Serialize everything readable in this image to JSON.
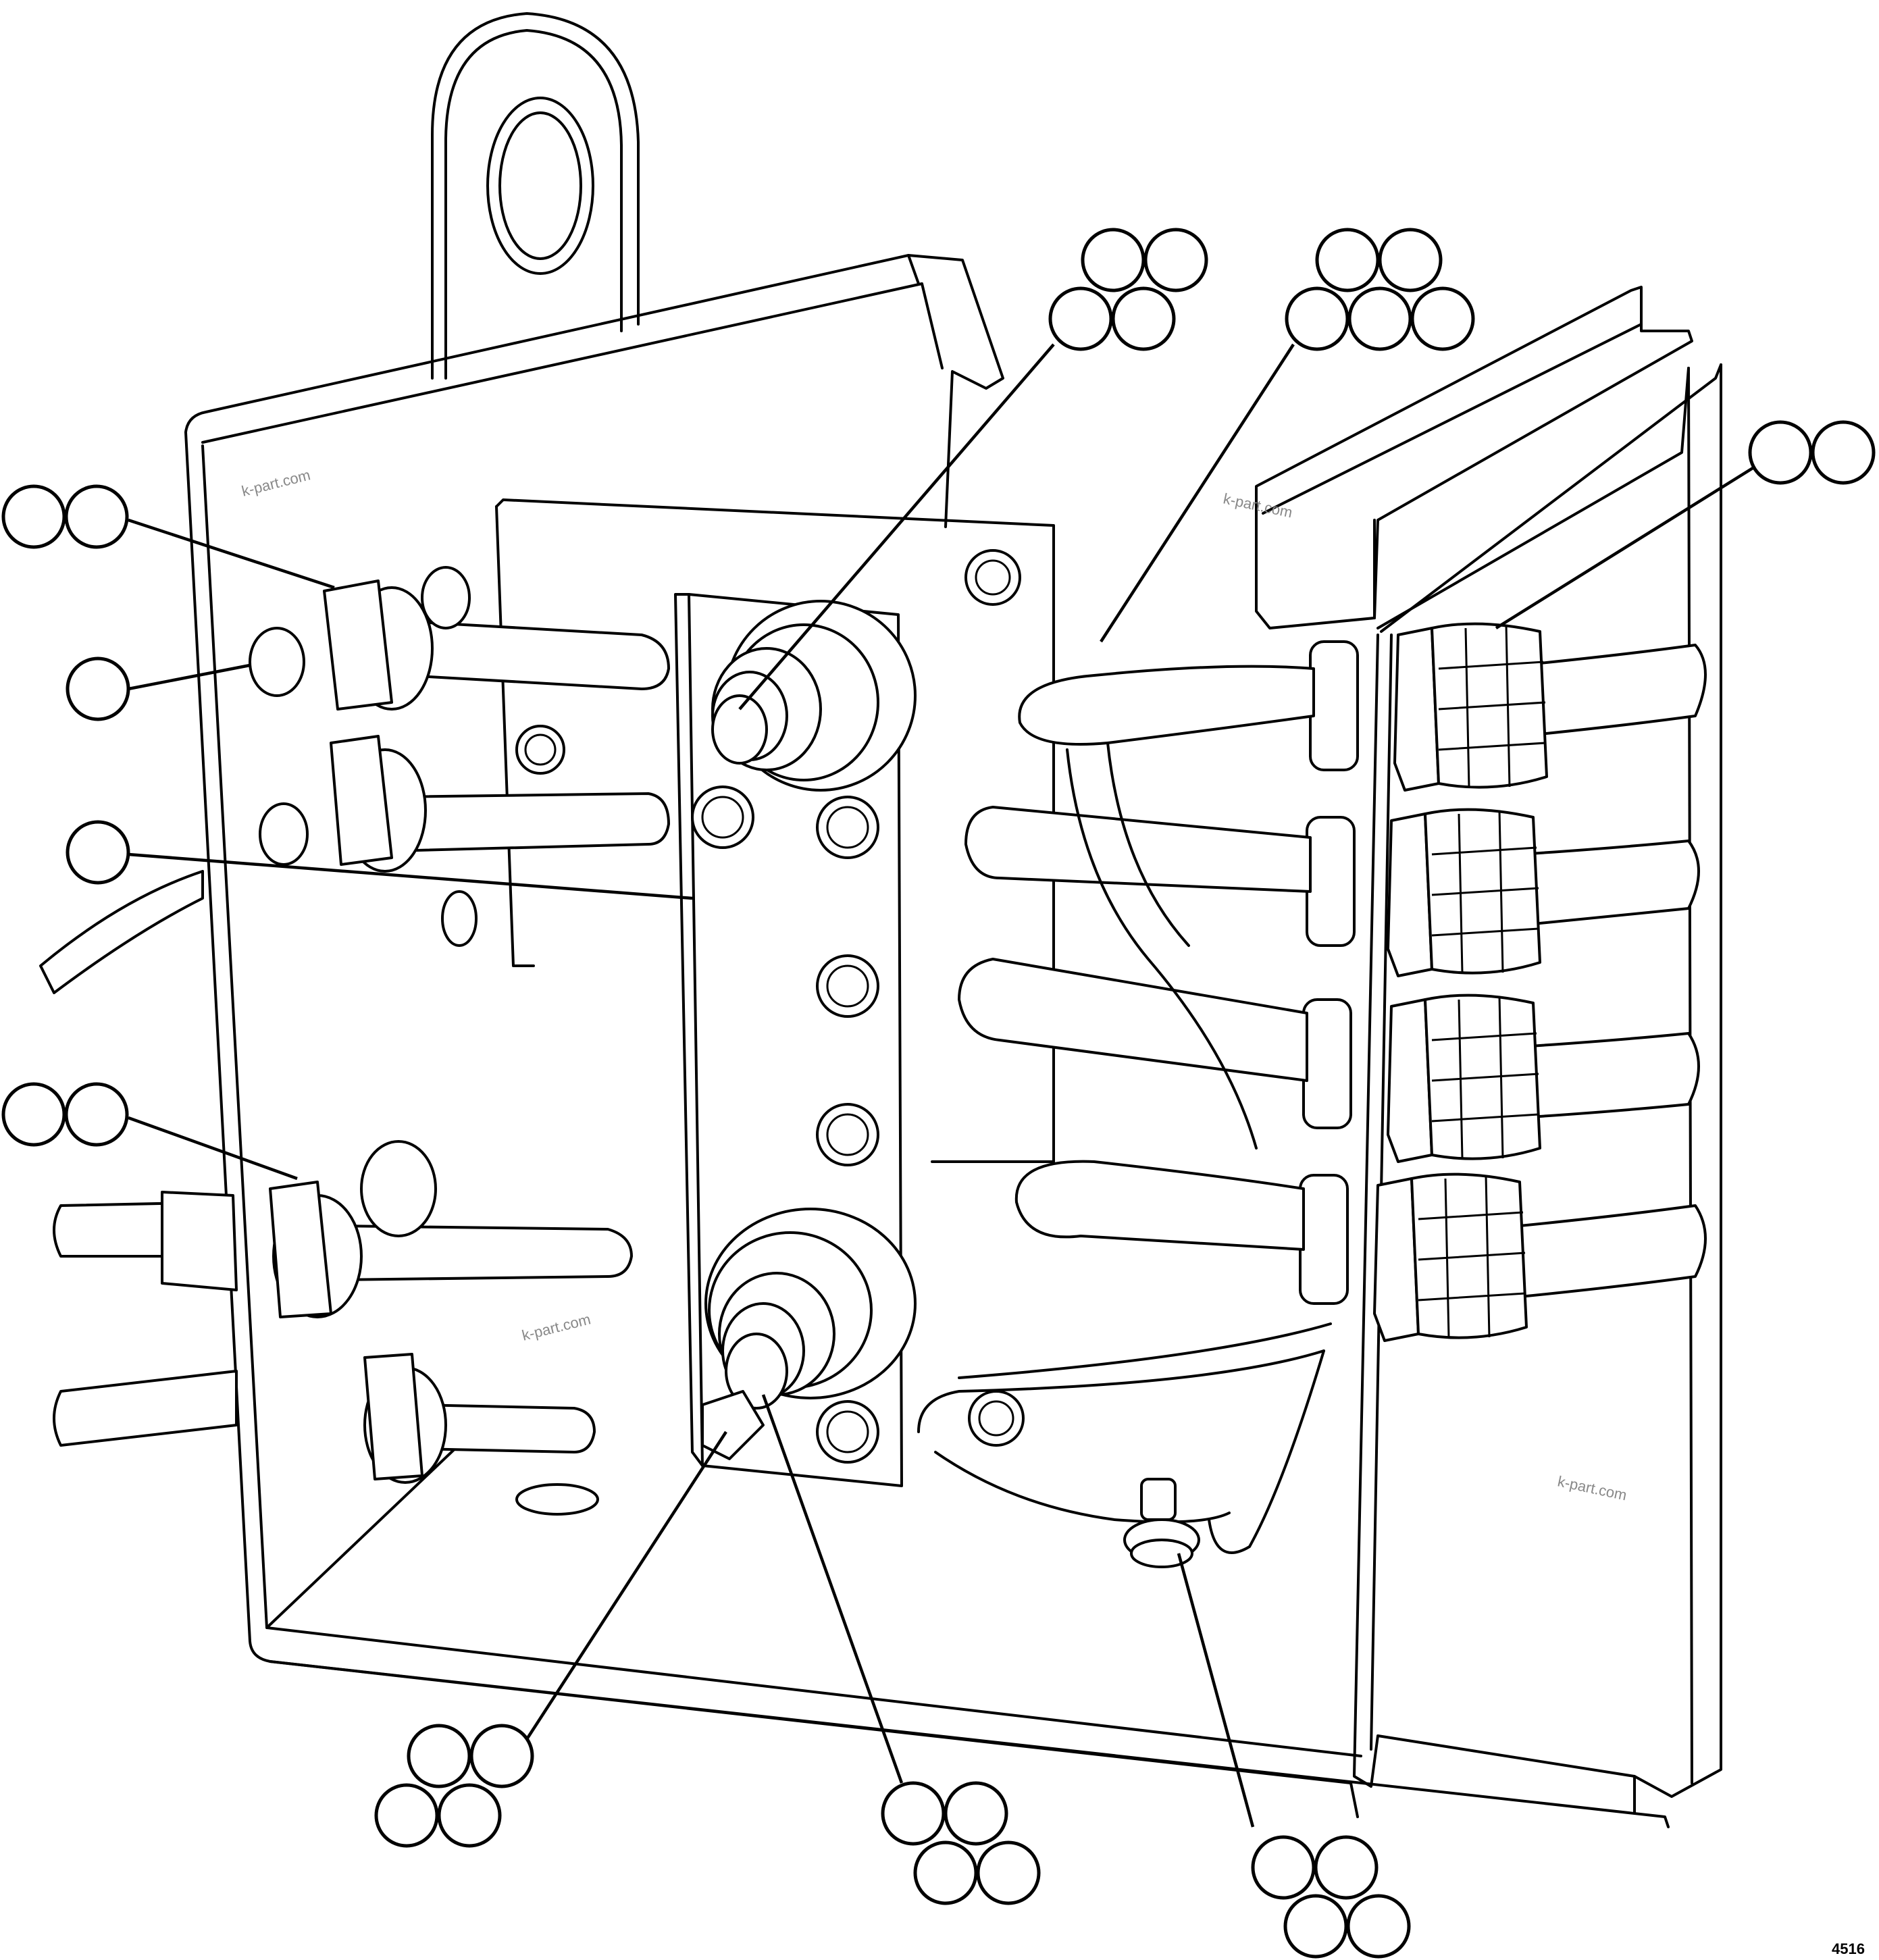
{
  "watermarks": [
    {
      "text": "k-part.com"
    },
    {
      "text": "k-part.com"
    },
    {
      "text": "k-part.com"
    },
    {
      "text": "k-part.com"
    }
  ],
  "figure_number": "4516",
  "callouts": [
    {
      "name": "callout-cable-gland-upper-left",
      "count": 2
    },
    {
      "name": "callout-plug-left",
      "count": 1
    },
    {
      "name": "callout-bus-bar",
      "count": 1
    },
    {
      "name": "callout-cable-gland-lower-left",
      "count": 2
    },
    {
      "name": "callout-terminal-stud-top",
      "count": 4
    },
    {
      "name": "callout-wire-clamp-top",
      "count": 5
    },
    {
      "name": "callout-cable-gland-right",
      "count": 2
    },
    {
      "name": "callout-hex-nut-lower",
      "count": 4
    },
    {
      "name": "callout-terminal-stud-bottom",
      "count": 4
    },
    {
      "name": "callout-ground-screw",
      "count": 4
    }
  ]
}
